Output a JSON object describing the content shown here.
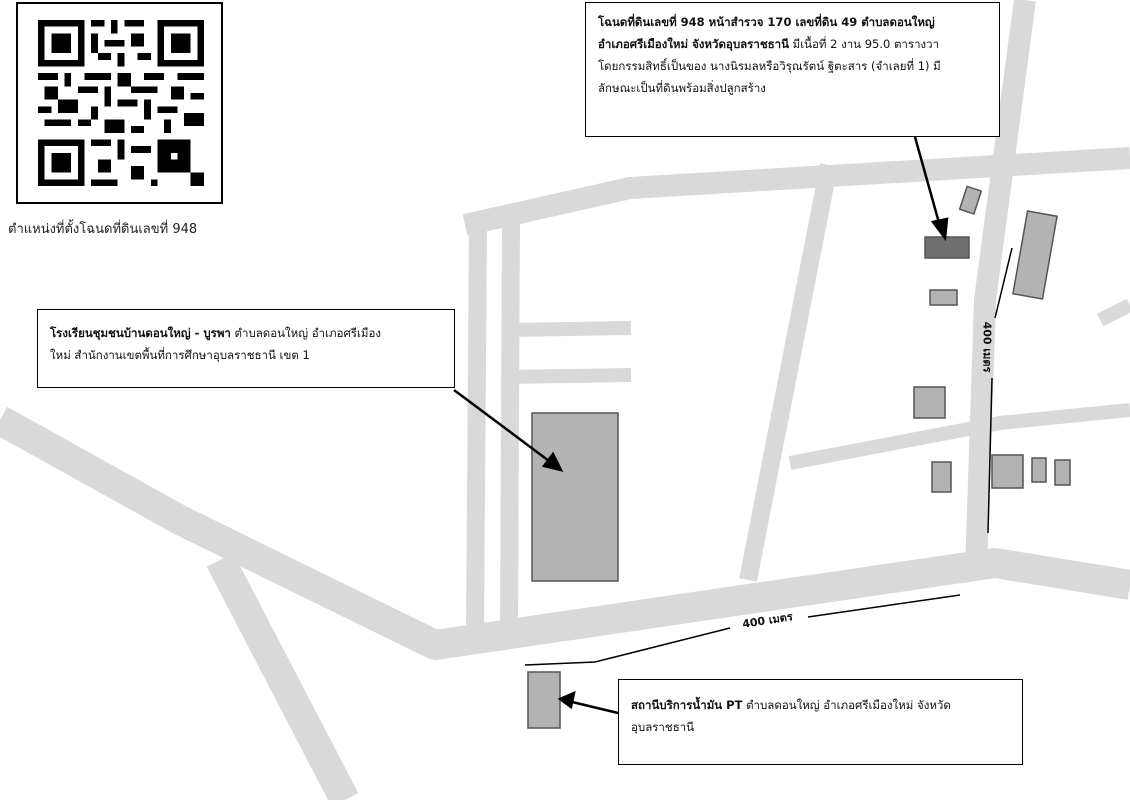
{
  "qr": {
    "caption": "ตำแหน่งที่ตั้งโฉนดที่ดินเลขที่ 948",
    "icon": "qr-code-icon"
  },
  "callouts": {
    "deed": {
      "bold1": "โฉนดที่ดินเลขที่ 948 หน้าสำรวจ 170 เลขที่ดิน 49 ตำบลดอนใหญ่",
      "bold2": "อำเภอศรีเมืองใหม่ จังหวัดอุบลราชธานี",
      "text2": " มีเนื้อที่ 2 งาน 95.0 ตารางวา",
      "text3": "โดยกรรมสิทธิ์เป็นของ นางนิรมลหรือวิรุณรัตน์ ฐิตะสาร (จำเลยที่ 1) มี",
      "text4": "ลักษณะเป็นที่ดินพร้อมสิ่งปลูกสร้าง"
    },
    "school": {
      "bold": "โรงเรียนชุมชนบ้านดอนใหญ่ - บูรพา",
      "text1": " ตำบลดอนใหญ่ อำเภอศรีเมือง",
      "text2": "ใหม่ สำนักงานเขตพื้นที่การศึกษาอุบลราชธานี เขต 1"
    },
    "gas": {
      "bold": "สถานีบริการน้ำมัน PT",
      "text1": " ตำบลดอนใหญ่ อำเภอศรีเมืองใหม่ จังหวัด",
      "text2": "อุบลราชธานี"
    }
  },
  "distances": {
    "horizontal": "400 เมตร",
    "vertical": "400 เมตร"
  },
  "colors": {
    "road": "#d9d9d9",
    "building": "#b3b3b3",
    "target_parcel": "#707070",
    "outline": "#555555"
  }
}
